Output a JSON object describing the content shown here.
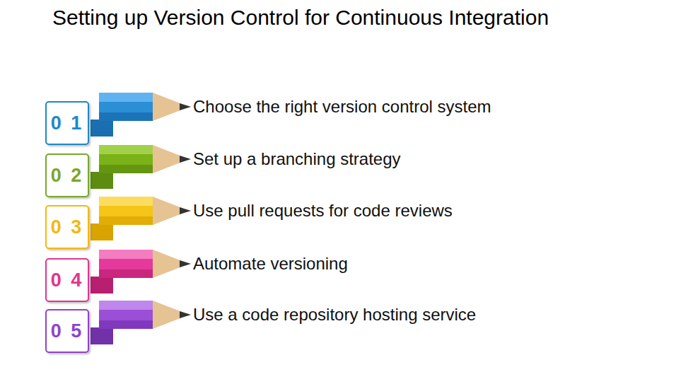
{
  "diagram": {
    "title": "Setting up Version Control for Continuous Integration",
    "nodes": [
      {
        "text": [
          "0 1"
        ]
      },
      {
        "text": [
          "0 2"
        ]
      },
      {
        "text": [
          "0 3"
        ]
      },
      {
        "text": [
          "0 4"
        ]
      },
      {
        "text": [
          "0 5"
        ]
      }
    ],
    "labels": [
      "Choose the right version control system",
      "Set up a branching strategy",
      "Use pull requests for code reviews",
      "Automate versioning",
      "Use a code repository hosting service"
    ]
  }
}
